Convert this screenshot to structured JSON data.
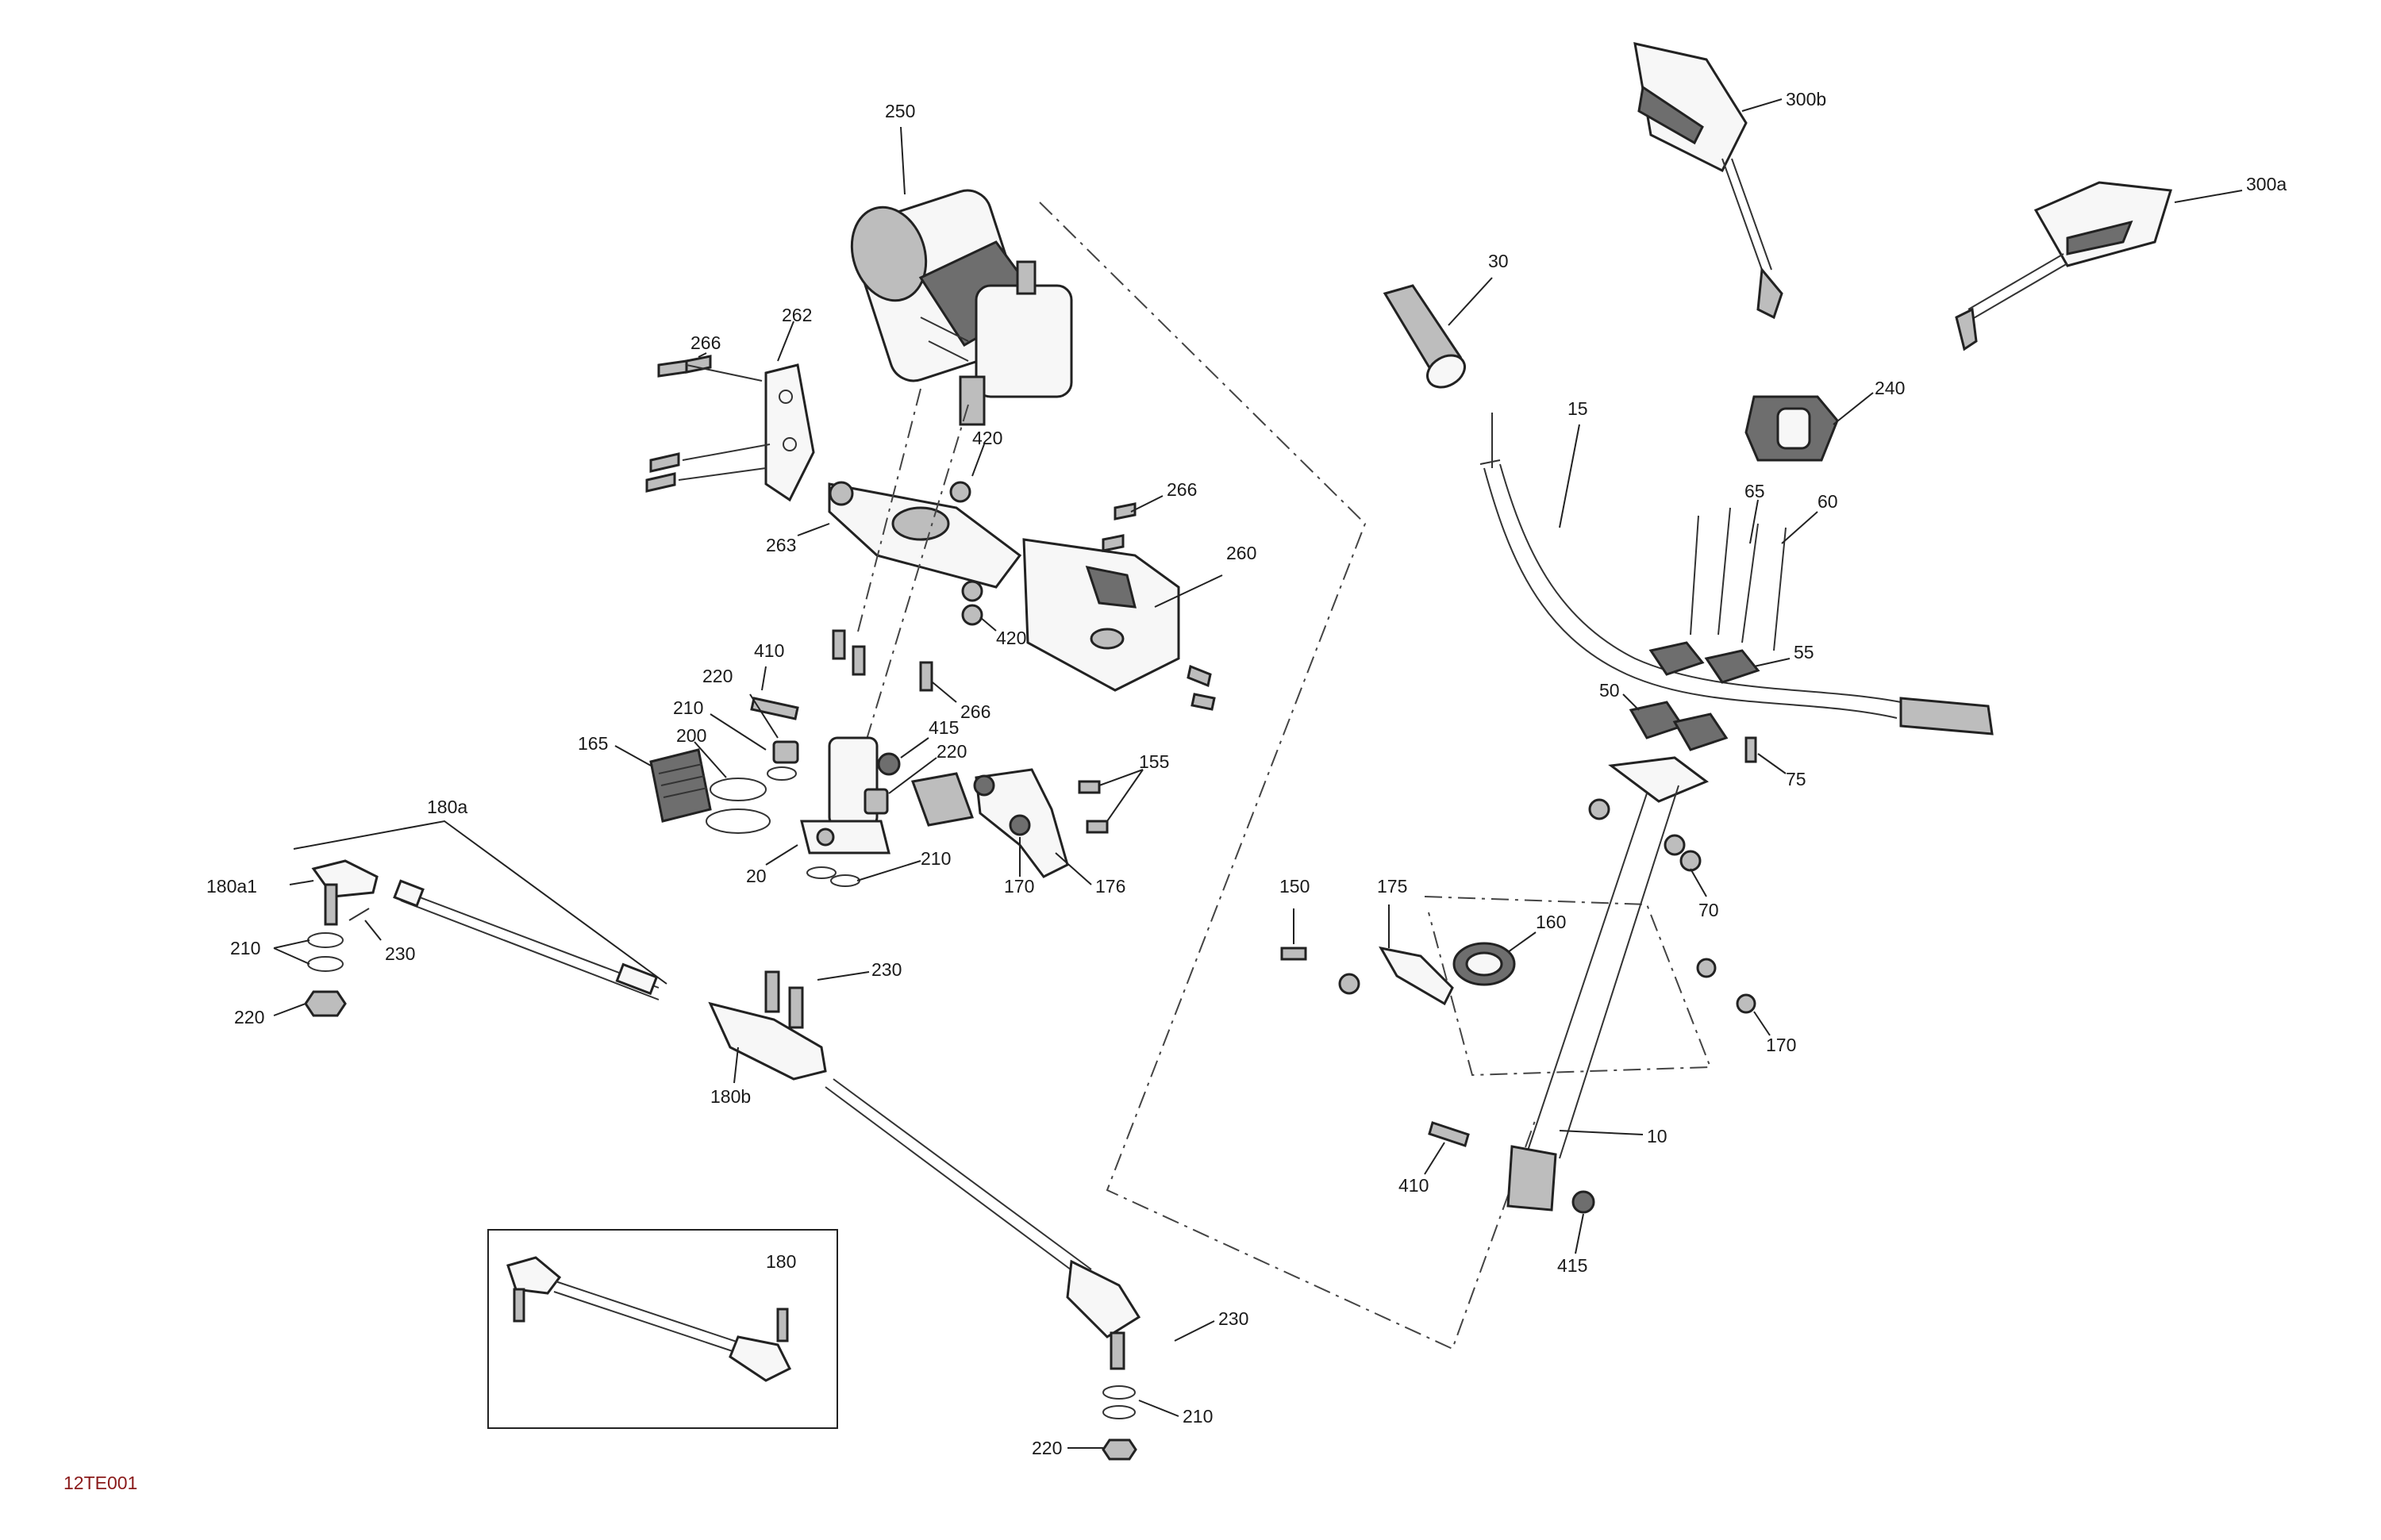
{
  "diagram": {
    "figure_code": "12TE001",
    "colors": {
      "line": "#222222",
      "label": "#1a1a1a",
      "code": "#8a1a1a"
    },
    "callouts": {
      "c250": "250",
      "c266a": "266",
      "c262": "262",
      "c420a": "420",
      "c266b": "266",
      "c263": "263",
      "c260": "260",
      "c420b": "420",
      "c266c": "266",
      "c410a": "410",
      "c220a": "220",
      "c210a": "210",
      "c200": "200",
      "c165": "165",
      "c415a": "415",
      "c220b": "220",
      "c155": "155",
      "c20": "20",
      "c210b": "210",
      "c170a": "170",
      "c176": "176",
      "c180a": "180a",
      "c180a1": "180a1",
      "c210c": "210",
      "c230a": "230",
      "c220c": "220",
      "c230b": "230",
      "c180b": "180b",
      "c180": "180",
      "c230c": "230",
      "c210d": "210",
      "c220d": "220",
      "c30": "30",
      "c300b": "300b",
      "c300a": "300a",
      "c240": "240",
      "c15": "15",
      "c65": "65",
      "c60": "60",
      "c55": "55",
      "c50": "50",
      "c75": "75",
      "c70": "70",
      "c150": "150",
      "c175": "175",
      "c160": "160",
      "c170b": "170",
      "c10": "10",
      "c410b": "410",
      "c415b": "415"
    }
  }
}
